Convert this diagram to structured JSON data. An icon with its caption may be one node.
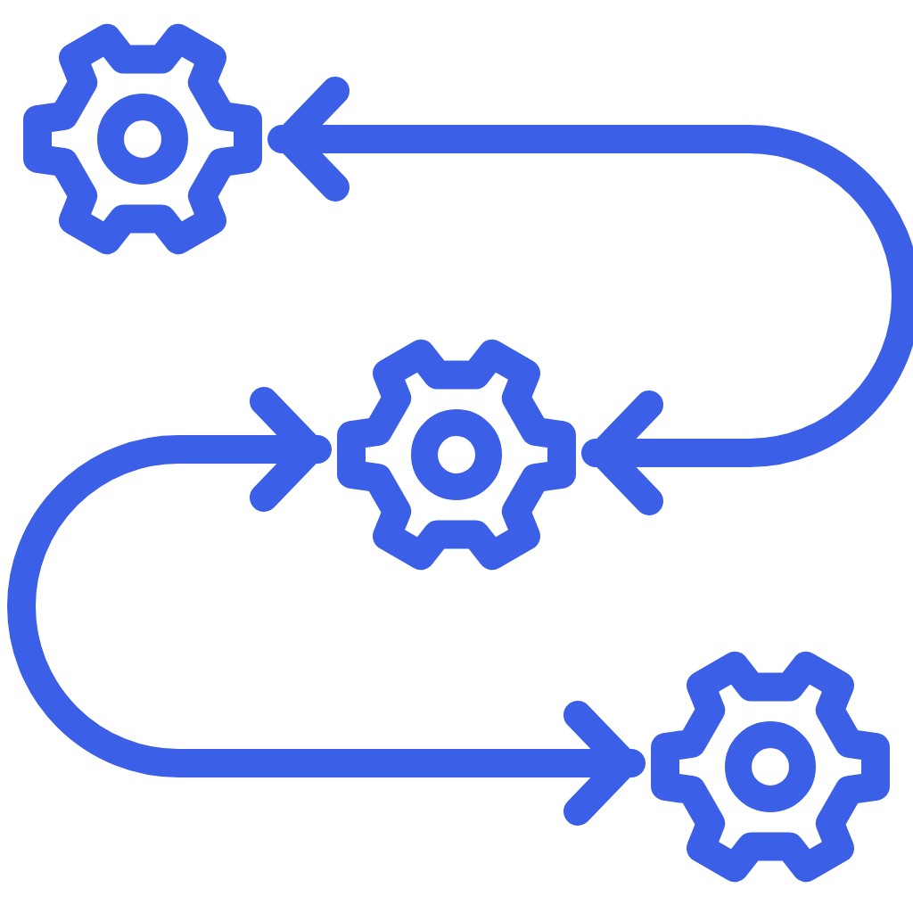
{
  "diagram": {
    "nodes": [
      {
        "text": [],
        "shape": "gear"
      },
      {
        "text": [],
        "shape": "gear"
      },
      {
        "text": [],
        "shape": "gear"
      }
    ],
    "edges": [
      {
        "from": 0,
        "to": 1,
        "arrow": "both"
      },
      {
        "from": 1,
        "to": 2,
        "arrow": "both"
      }
    ]
  }
}
